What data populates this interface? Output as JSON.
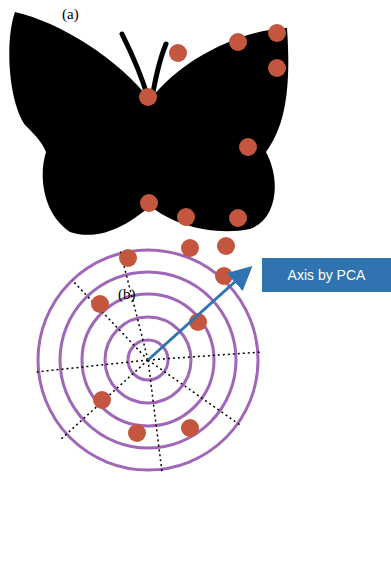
{
  "diagram": {
    "nodes": [
      {
        "text": [
          "Axis by PCA"
        ]
      }
    ],
    "labels": [
      "(a)",
      "(b)"
    ]
  }
}
